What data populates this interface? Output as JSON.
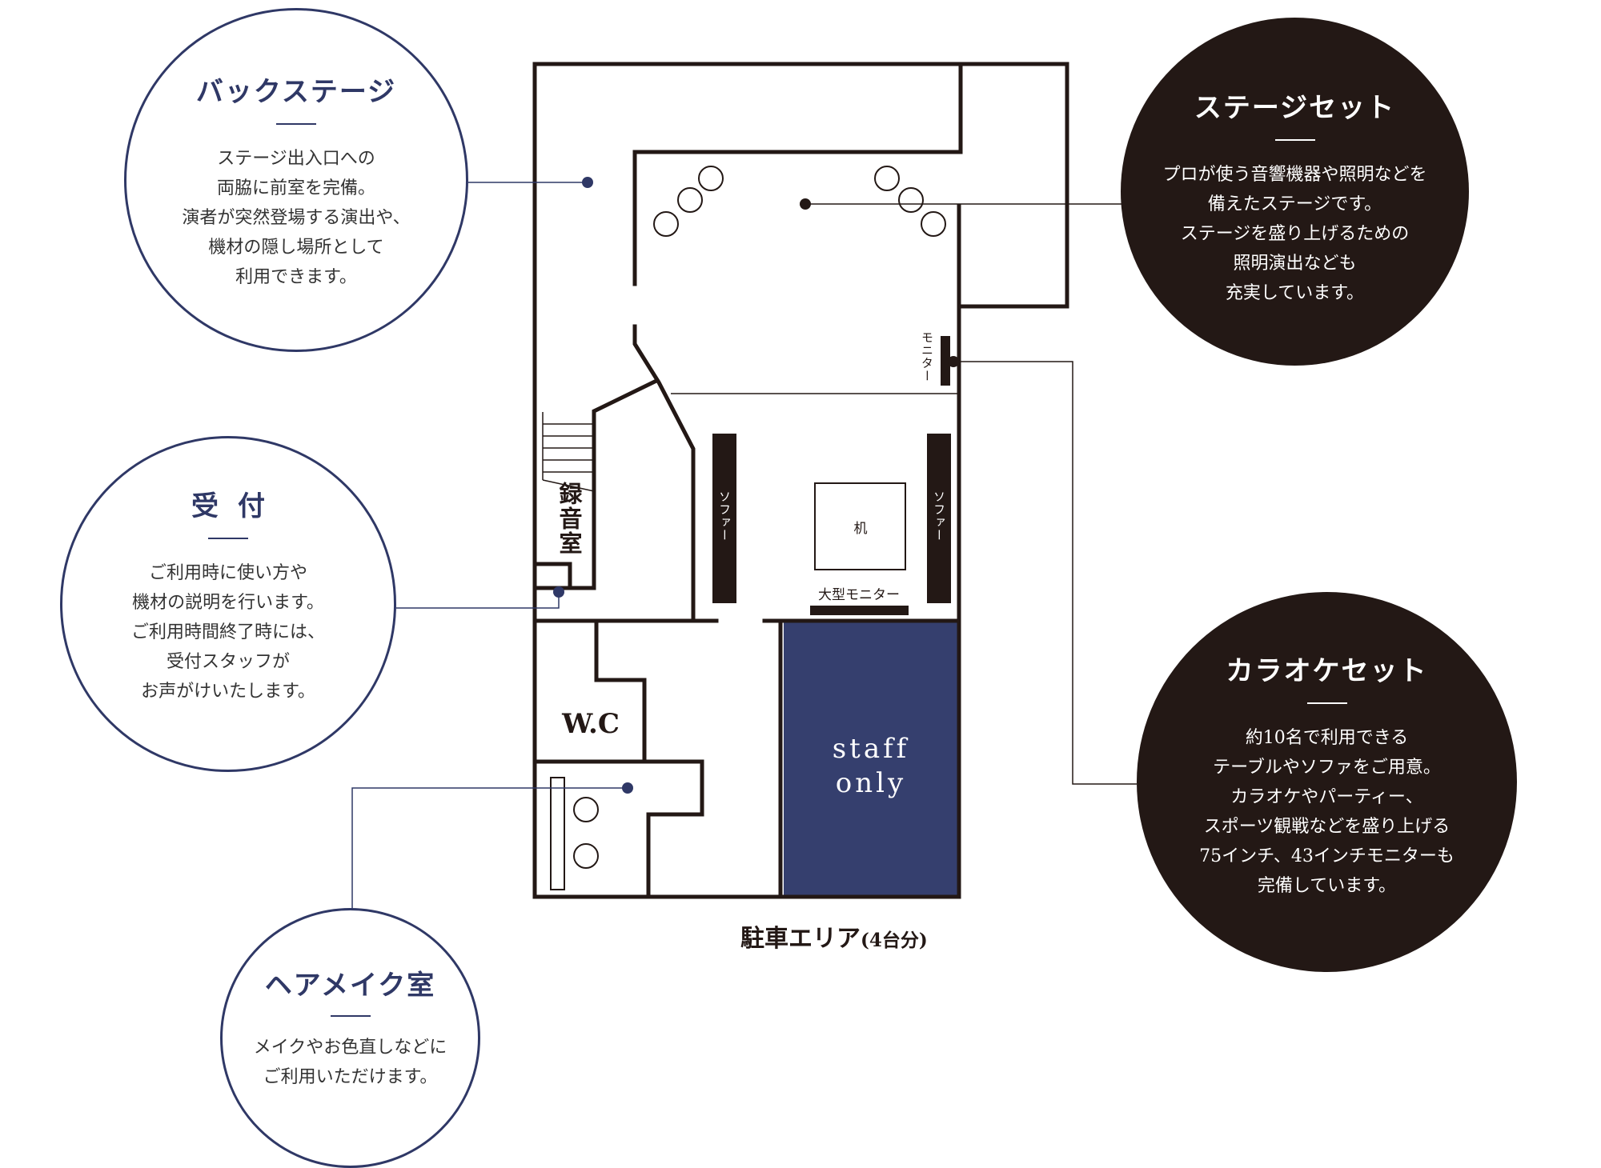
{
  "colors": {
    "navy": "#2f3866",
    "staff_fill": "#353f6e",
    "dark": "#231815",
    "wall": "#231815"
  },
  "floorplan": {
    "labels": {
      "monitor_small": "モニター",
      "sofa_left": "ソファー",
      "sofa_right": "ソファー",
      "desk": "机",
      "large_monitor": "大型モニター",
      "recording_room": "録音室",
      "wc": "W.C",
      "staff_line1": "staff",
      "staff_line2": "only",
      "parking": "駐車エリア",
      "parking_count": "(4台分)"
    }
  },
  "callouts": {
    "backstage": {
      "title": "バックステージ",
      "lines": [
        "ステージ出入口への",
        "両脇に前室を完備。",
        "演者が突然登場する演出や、",
        "機材の隠し場所として",
        "利用できます。"
      ]
    },
    "reception": {
      "title": "受付",
      "lines": [
        "ご利用時に使い方や",
        "機材の説明を行います。",
        "ご利用時間終了時には、",
        "受付スタッフが",
        "お声がけいたします。"
      ]
    },
    "hairmake": {
      "title": "ヘアメイク室",
      "lines": [
        "メイクやお色直しなどに",
        "ご利用いただけます。"
      ]
    },
    "stage": {
      "title": "ステージセット",
      "lines": [
        "プロが使う音響機器や照明などを",
        "備えたステージです。",
        "ステージを盛り上げるための",
        "照明演出なども",
        "充実しています。"
      ]
    },
    "karaoke": {
      "title": "カラオケセット",
      "lines": [
        "約10名で利用できる",
        "テーブルやソファをご用意。",
        "カラオケやパーティー、",
        "スポーツ観戦などを盛り上げる",
        "75インチ、43インチモニターも",
        "完備しています。"
      ]
    }
  }
}
